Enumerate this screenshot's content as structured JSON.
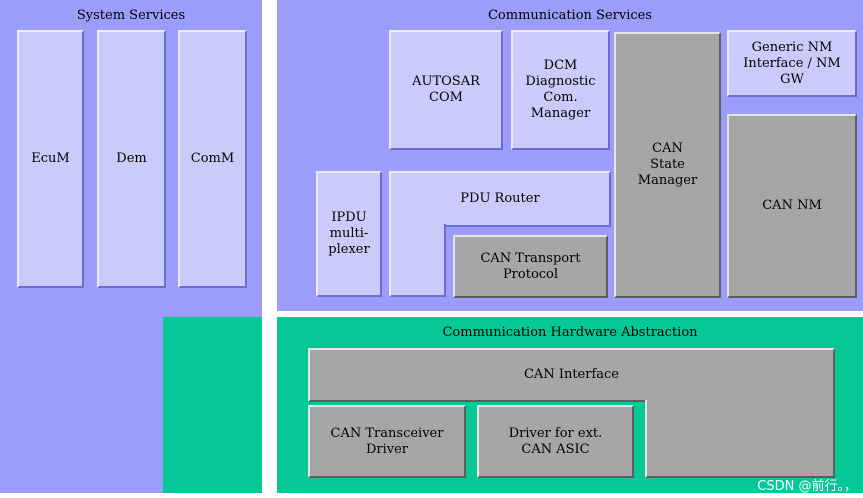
{
  "system_services": {
    "title": "System Services",
    "modules": [
      "EcuM",
      "Dem",
      "ComM"
    ]
  },
  "communication_services": {
    "title": "Communication Services",
    "autosar_com": "AUTOSAR\nCOM",
    "dcm": "DCM\nDiagnostic\nCom.\nManager",
    "can_state_manager": "CAN\nState\nManager",
    "generic_nm": "Generic NM\nInterface / NM\nGW",
    "can_nm": "CAN NM",
    "ipdu_multiplexer": "IPDU\nmulti-\nplexer",
    "pdu_router": "PDU Router",
    "can_transport_protocol": "CAN Transport\nProtocol"
  },
  "communication_hardware_abstraction": {
    "title": "Communication Hardware Abstraction",
    "can_interface": "CAN Interface",
    "can_transceiver_driver": "CAN Transceiver\nDriver",
    "driver_ext_can_asic": "Driver for ext.\nCAN ASIC"
  },
  "watermark": "CSDN @前行。，",
  "colors": {
    "service_layer": "#9c9cfb",
    "hardware_abstraction_layer": "#06c897",
    "service_module": "#cbcbfb",
    "can_module": "#a6a6a6"
  }
}
